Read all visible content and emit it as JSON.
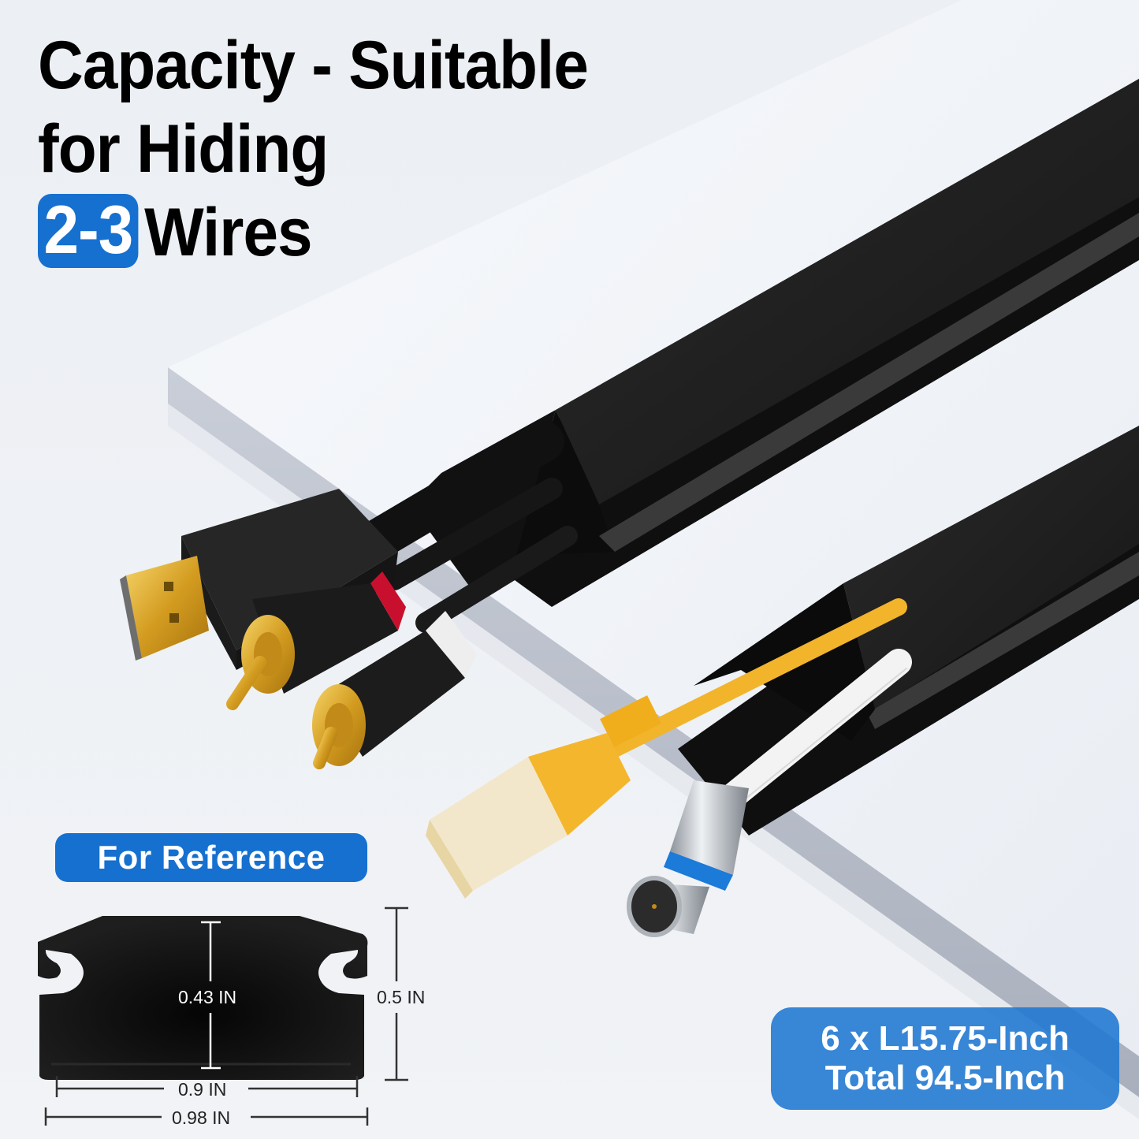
{
  "headline": {
    "line1": "Capacity - Suitable",
    "line2": "for Hiding",
    "badge": "2-3",
    "line3_rest": "Wires"
  },
  "reference_label": "For Reference",
  "cross_section": {
    "inner_height": "0.43 IN",
    "outer_height": "0.5 IN",
    "inner_width": "0.9 IN",
    "outer_width": "0.98 IN"
  },
  "length_info": {
    "line1": "6 x L15.75-Inch",
    "line2": "Total 94.5-Inch"
  },
  "colors": {
    "accent_blue": "#1670d0",
    "raceway_black": "#141414",
    "background": "#eef1f5"
  },
  "scene": {
    "items": [
      "white-board",
      "raceway-upper",
      "raceway-lower",
      "hdmi-connector",
      "rca-connector-red",
      "rca-connector-white",
      "ethernet-connector",
      "coax-f-connector"
    ]
  }
}
